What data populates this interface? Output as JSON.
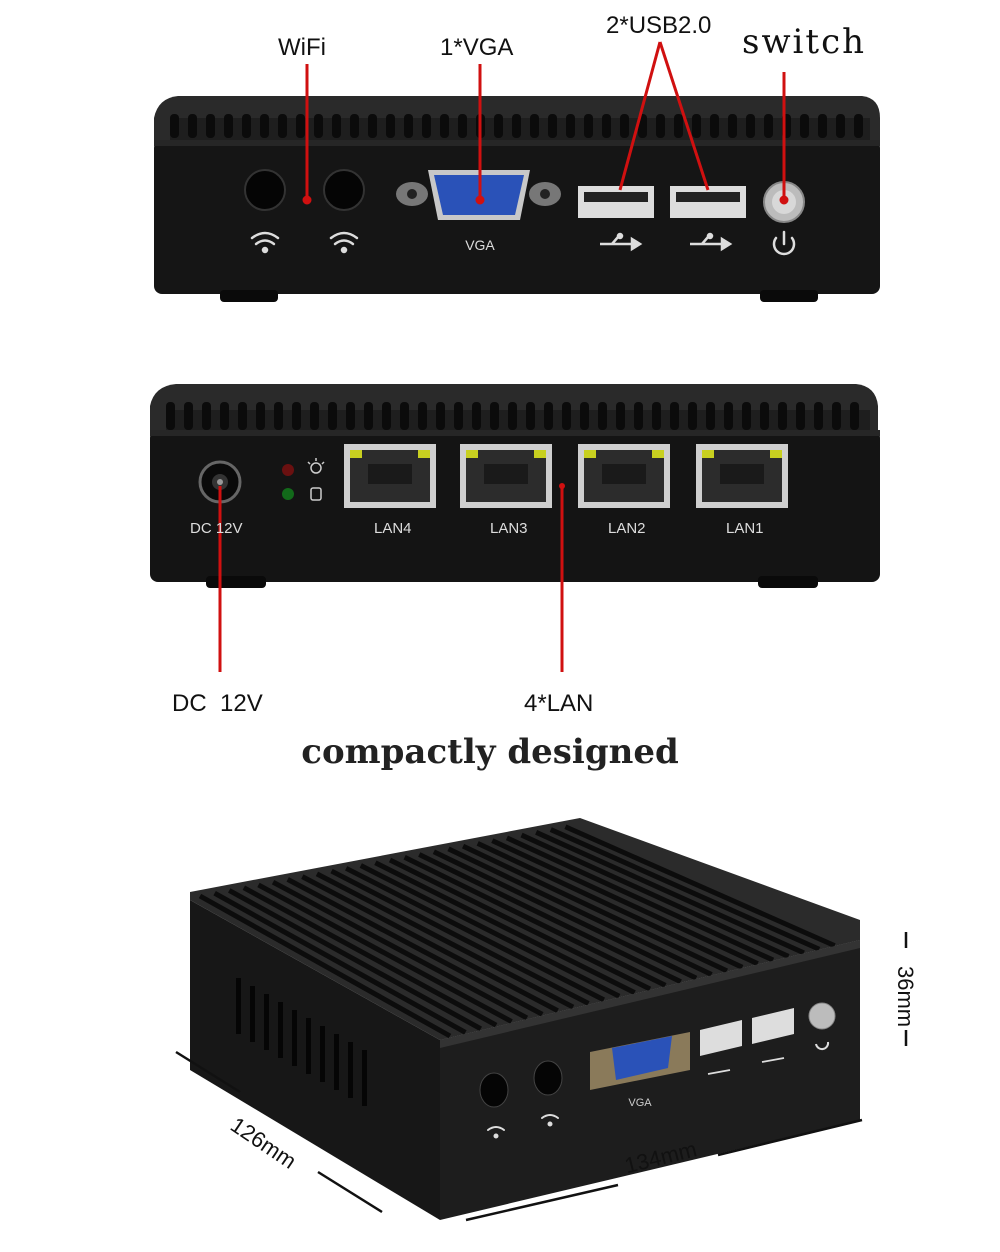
{
  "top_view": {
    "wifi_label": "WiFi",
    "vga_label": "1*VGA",
    "usb_label": "2*USB2.0",
    "switch_label": "switch",
    "port_vga_text": "VGA"
  },
  "back_view": {
    "dc_port_text": "DC 12V",
    "lan_ports": [
      "LAN4",
      "LAN3",
      "LAN2",
      "LAN1"
    ],
    "dc_label": "DC  12V",
    "lan_label": "4*LAN"
  },
  "heading": "compactly designed",
  "dimensions": {
    "depth": "126mm",
    "width": "134mm",
    "height": "36mm",
    "port_vga_text": "VGA"
  },
  "colors": {
    "callout_line": "#d01010",
    "device_body": "#1a1a1a",
    "vga_blue": "#2a52b8"
  }
}
